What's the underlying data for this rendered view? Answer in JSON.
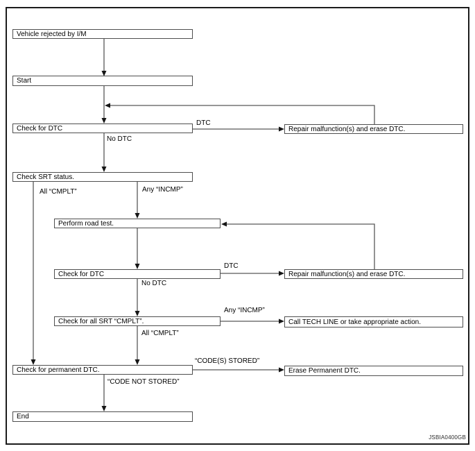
{
  "figure": {
    "code": "JSBIA0400GB"
  },
  "flowchart": {
    "boxes": [
      {
        "id": "vehicle-rejected",
        "label": "Vehicle rejected by I/M"
      },
      {
        "id": "start",
        "label": "Start"
      },
      {
        "id": "check-dtc-1",
        "label": "Check for DTC"
      },
      {
        "id": "repair-1",
        "label": "Repair malfunction(s) and erase DTC."
      },
      {
        "id": "check-srt",
        "label": "Check SRT status."
      },
      {
        "id": "road-test",
        "label": "Perform road test."
      },
      {
        "id": "check-dtc-2",
        "label": "Check for DTC"
      },
      {
        "id": "repair-2",
        "label": "Repair malfunction(s) and erase DTC."
      },
      {
        "id": "check-all-srt",
        "label": "Check for all SRT “CMPLT”."
      },
      {
        "id": "call-tech-line",
        "label": "Call TECH LINE or take appropriate action."
      },
      {
        "id": "check-permanent",
        "label": "Check for permanent DTC."
      },
      {
        "id": "erase-permanent",
        "label": "Erase Permanent DTC."
      },
      {
        "id": "end",
        "label": "End"
      }
    ],
    "edge_labels": [
      {
        "id": "dtc-1",
        "text": "DTC"
      },
      {
        "id": "no-dtc-1",
        "text": "No DTC"
      },
      {
        "id": "all-cmplt-1",
        "text": "All “CMPLT”"
      },
      {
        "id": "any-incmp-1",
        "text": "Any “INCMP”"
      },
      {
        "id": "dtc-2",
        "text": "DTC"
      },
      {
        "id": "no-dtc-2",
        "text": "No DTC"
      },
      {
        "id": "any-incmp-2",
        "text": "Any “INCMP”"
      },
      {
        "id": "all-cmplt-2",
        "text": "All “CMPLT”"
      },
      {
        "id": "codes-stored",
        "text": "“CODE(S) STORED”"
      },
      {
        "id": "code-not-stored",
        "text": "“CODE NOT STORED”"
      }
    ]
  }
}
